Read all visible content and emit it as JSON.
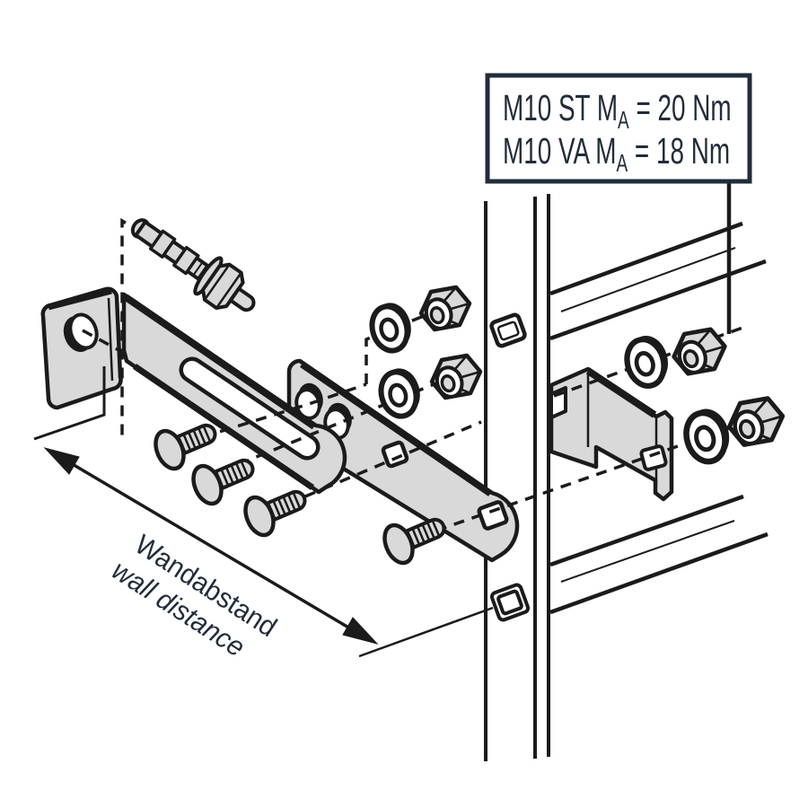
{
  "torque_box": {
    "line1_prefix": "M10  ST M",
    "line1_sub": "A",
    "line1_suffix": " = 20 Nm",
    "line2_prefix": "M10  VA M",
    "line2_sub": "A",
    "line2_suffix": " = 18 Nm"
  },
  "dimension": {
    "label_de": "Wandabstand",
    "label_en": "wall distance"
  },
  "colors": {
    "outline": "#1b1b1b",
    "metal": "#d9d9d9",
    "ink": "#222c3a",
    "background": "#ffffff"
  }
}
